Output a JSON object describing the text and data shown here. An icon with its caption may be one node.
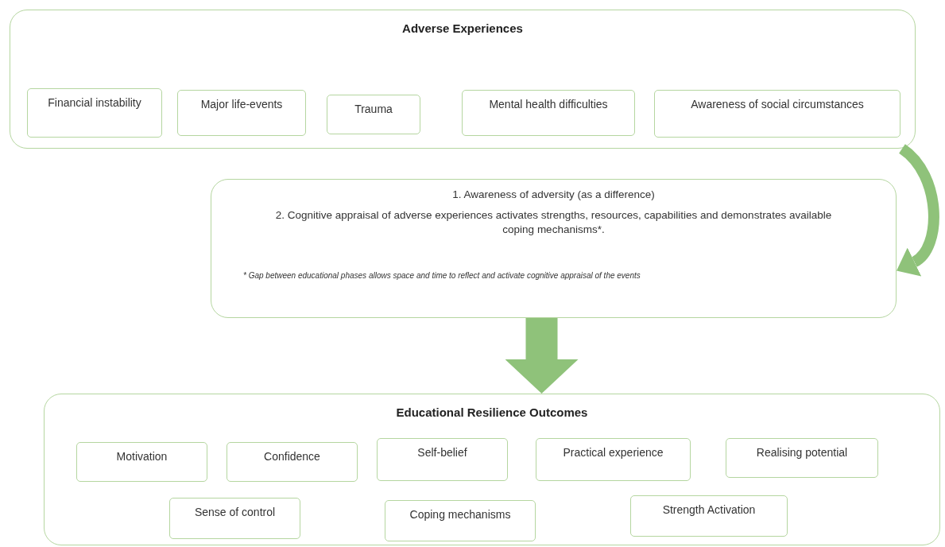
{
  "diagram": {
    "nodes": [
      {
        "text": [
          "Adverse Experiences"
        ]
      },
      {
        "text": [
          "Financial instability"
        ],
        "in": 0
      },
      {
        "text": [
          "Major life-events"
        ],
        "in": 0
      },
      {
        "text": [
          "Trauma"
        ],
        "in": 0
      },
      {
        "text": [
          "Mental health difficulties"
        ],
        "in": 0
      },
      {
        "text": [
          "Awareness of social circumstances"
        ],
        "in": 0
      },
      {
        "text": [
          "1. Awareness of adversity (as a difference)",
          "2. Cognitive appraisal of adverse experiences activates strengths, resources, capabilities and demonstrates available coping mechanisms*.",
          "* Gap between educational phases allows space and time to reflect and activate cognitive appraisal of the events"
        ]
      },
      {
        "text": [
          "Educational Resilience Outcomes"
        ]
      },
      {
        "text": [
          "Motivation"
        ],
        "in": 7
      },
      {
        "text": [
          "Confidence"
        ],
        "in": 7
      },
      {
        "text": [
          "Self-belief"
        ],
        "in": 7
      },
      {
        "text": [
          "Practical experience"
        ],
        "in": 7
      },
      {
        "text": [
          "Realising potential"
        ],
        "in": 7
      },
      {
        "text": [
          "Sense of control"
        ],
        "in": 7
      },
      {
        "text": [
          "Coping mechanisms"
        ],
        "in": 7
      },
      {
        "text": [
          "Strength Activation"
        ],
        "in": 7
      }
    ],
    "edges": [
      {
        "from": 0,
        "to": 6,
        "arrow": "to"
      },
      {
        "from": 6,
        "to": 7,
        "arrow": "to",
        "style": "thick"
      }
    ]
  }
}
